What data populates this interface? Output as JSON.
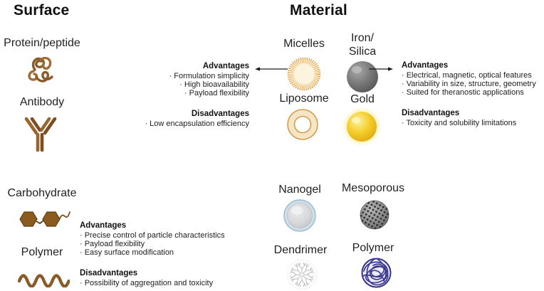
{
  "surface": {
    "heading": "Surface",
    "protein_label": "Protein/peptide",
    "antibody_label": "Antibody",
    "carbohydrate_label": "Carbohydrate",
    "polymer_label": "Polymer",
    "pros_cons": {
      "advantages_title": "Advantages",
      "advantages": [
        "Precise control of particle characteristics",
        "Payload flexibility",
        "Easy surface modification"
      ],
      "disadvantages_title": "Disadvantages",
      "disadvantages": [
        "Possibility of aggregation and toxicity"
      ]
    }
  },
  "material": {
    "heading": "Material",
    "micelles_label": "Micelles",
    "iron_silica_label_line1": "Iron/",
    "iron_silica_label_line2": "Silica",
    "liposome_label": "Liposome",
    "gold_label": "Gold",
    "nanogel_label": "Nanogel",
    "mesoporous_label": "Mesoporous",
    "dendrimer_label": "Dendrimer",
    "polymer_label": "Polymer",
    "organic_pros_cons": {
      "advantages_title": "Advantages",
      "advantages": [
        "Formulation simplicity",
        "High bioavailability",
        "Payload flexibility"
      ],
      "disadvantages_title": "Disadvantages",
      "disadvantages": [
        "Low encapsulation efficiency"
      ]
    },
    "inorganic_pros_cons": {
      "advantages_title": "Advantages",
      "advantages": [
        "Electrical, magnetic, optical features",
        "Variability in size, structure, geometry",
        "Suited for theranostic applications"
      ],
      "disadvantages_title": "Disadvantages",
      "disadvantages": [
        "Toxicity and solubility limitations"
      ]
    }
  },
  "icons": {
    "protein": "protein-squiggle-icon",
    "antibody": "antibody-y-icon",
    "carbohydrate": "carbohydrate-hexagons-icon",
    "polymer_surface": "polymer-wave-icon",
    "micelle": "micelle-ring-icon",
    "iron_silica": "iron-silica-sphere-icon",
    "liposome": "liposome-ring-icon",
    "gold": "gold-sphere-icon",
    "nanogel": "nanogel-sphere-icon",
    "mesoporous": "mesoporous-sphere-icon",
    "dendrimer": "dendrimer-branch-icon",
    "polymer_material": "polymer-tangle-icon"
  },
  "colors": {
    "text_dark": "#1a1a1a",
    "surface_brown": "#8a5a28",
    "surface_brown_light": "#a06c34",
    "micelle_orange": "#e8a23f",
    "liposome_tan": "#d79b4b",
    "gold_yellow": "#f2c61d",
    "iron_gray": "#787878",
    "nanogel_blue": "#b9cfdd",
    "mesoporous_gray": "#8d8d8d",
    "dendrimer_gray": "#b3b3b3",
    "polymer_blue": "#3c3a8f"
  }
}
